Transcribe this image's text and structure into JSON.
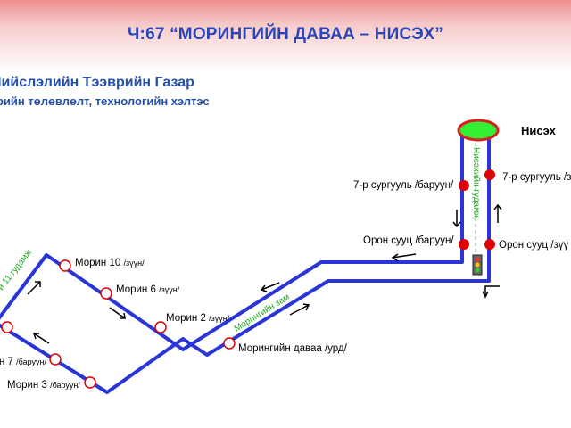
{
  "title": "Ч:67 “МОРИНГИЙН ДАВАА – НИСЭХ”",
  "org": {
    "line1": "Нийслэлийн Тээврийн Газар",
    "line2": "рийн төлөвлөлт, технологийн хэлтэс"
  },
  "destination": "Нисэх",
  "streets": {
    "nisekh": "Нисэхийн гудамж",
    "moring": "Морингийн зам",
    "eleven": "й 11 гудамж"
  },
  "stops": {
    "school_right": {
      "name": "7-р сургууль",
      "dir": "/баруун/"
    },
    "school_left": {
      "name": "7-р сургууль",
      "dir": "/з"
    },
    "oron_right": {
      "name": "Орон сууц",
      "dir": "/баруун/"
    },
    "oron_left": {
      "name": "Орон сууц",
      "dir": "/зүү"
    },
    "morin10": {
      "name": "Морин 10",
      "dir": "/зүүн/"
    },
    "morin6": {
      "name": "Морин 6",
      "dir": "/зүүн/"
    },
    "morin2": {
      "name": "Морин 2",
      "dir": "/зүүн/"
    },
    "morin7": {
      "name": "н 7",
      "dir": "/баруун/"
    },
    "morin3": {
      "name": "Морин 3",
      "dir": "/баруун/"
    },
    "moringiin": {
      "name": "Морингийн даваа",
      "dir": "/урд/"
    }
  },
  "colors": {
    "route": "#2a35d8",
    "stop": "#e00000",
    "terminal": "#33ee33",
    "title": "#2a45b5"
  }
}
